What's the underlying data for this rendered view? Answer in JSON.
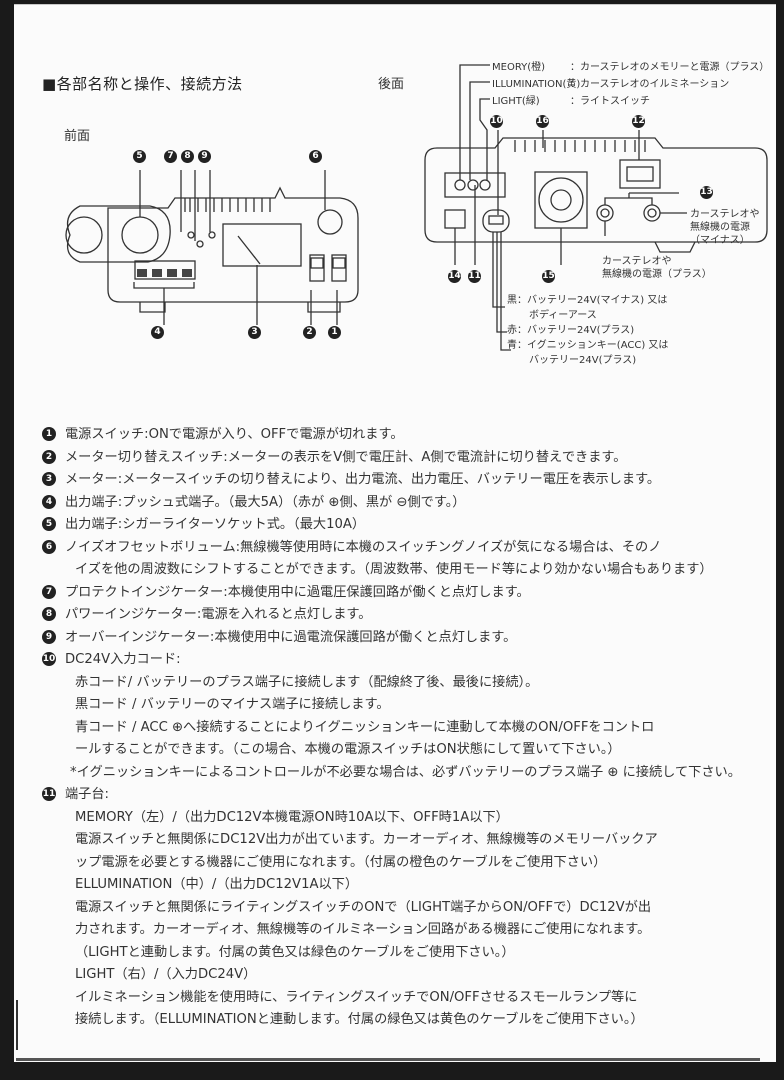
{
  "header": {
    "title": "■各部名称と操作、接続方法",
    "front_label": "前面",
    "rear_label": "後面"
  },
  "front_diagram": {
    "callouts": [
      "5",
      "7",
      "8",
      "9",
      "6",
      "4",
      "3",
      "2",
      "1"
    ]
  },
  "rear_diagram": {
    "callouts_top": [
      "10",
      "16",
      "12"
    ],
    "callouts_bottom": [
      "14",
      "11",
      "15"
    ],
    "callout_13": "13",
    "terminal_legend": [
      {
        "name": "MEORY(橙)",
        "desc": "：カーステレオのメモリーと電源（プラス）"
      },
      {
        "name": "ILLUMINATION(黄)",
        "desc": "：カーステレオのイルミネーション"
      },
      {
        "name": "LIGHT(緑)",
        "desc": "：ライトスイッチ"
      }
    ],
    "minus_label": [
      "カーステレオや",
      "無線機の電源",
      "（マイナス）"
    ],
    "plus_label": [
      "カーステレオや",
      "無線機の電源（プラス）"
    ],
    "cord_legend": [
      {
        "color": "黒",
        "lines": [
          "黒：バッテリー24V(マイナス) 又は",
          "ボディーアース"
        ]
      },
      {
        "color": "赤",
        "lines": [
          "赤：バッテリー24V(プラス)"
        ]
      },
      {
        "color": "青",
        "lines": [
          "青：イグニッションキー(ACC) 又は",
          "バッテリー24V(プラス)"
        ]
      }
    ]
  },
  "descriptions": {
    "items": [
      {
        "num": "1",
        "text": "電源スイッチ:ONで電源が入り、OFFで電源が切れます。"
      },
      {
        "num": "2",
        "text": "メーター切り替えスイッチ:メーターの表示をV側で電圧計、A側で電流計に切り替えできます。"
      },
      {
        "num": "3",
        "text": "メーター:メータースイッチの切り替えにより、出力電流、出力電圧、バッテリー電圧を表示します。"
      },
      {
        "num": "4",
        "text": "出力端子:プッシュ式端子。（最大5A）（赤が ⊕側、黒が ⊖側です。）"
      },
      {
        "num": "5",
        "text": "出力端子:シガーライターソケット式。（最大10A）"
      },
      {
        "num": "6",
        "text": "ノイズオフセットボリューム:無線機等使用時に本機のスイッチングノイズが気になる場合は、そのノ"
      },
      {
        "num": "",
        "text": "イズを他の周波数にシフトすることができます。（周波数帯、使用モード等により効かない場合もあります）"
      },
      {
        "num": "7",
        "text": "プロテクトインジケーター:本機使用中に過電圧保護回路が働くと点灯します。"
      },
      {
        "num": "8",
        "text": "パワーインジケーター:電源を入れると点灯します。"
      },
      {
        "num": "9",
        "text": "オーバーインジケーター:本機使用中に過電流保護回路が働くと点灯します。"
      },
      {
        "num": "10",
        "text": "DC24V入力コード:"
      },
      {
        "num": "",
        "text": "赤コード/ バッテリーのプラス端子に接続します（配線終了後、最後に接続）。"
      },
      {
        "num": "",
        "text": "黒コード / バッテリーのマイナス端子に接続します。"
      },
      {
        "num": "",
        "text": "青コード / ACC ⊕へ接続することによりイグニッションキーに連動して本機のON/OFFをコントロ"
      },
      {
        "num": "",
        "text": "ールすることができます。（この場合、本機の電源スイッチはON状態にして置いて下さい。）"
      },
      {
        "num": "*",
        "text": "*イグニッションキーによるコントロールが不必要な場合は、必ずバッテリーのプラス端子 ⊕ に接続して下さい。"
      },
      {
        "num": "11",
        "text": "端子台:"
      },
      {
        "num": "",
        "text": "MEMORY（左）/（出力DC12V本機電源ON時10A以下、OFF時1A以下）"
      },
      {
        "num": "",
        "text": "電源スイッチと無関係にDC12V出力が出ています。カーオーディオ、無線機等のメモリーバックア"
      },
      {
        "num": "",
        "text": "ップ電源を必要とする機器にご使用になれます。（付属の橙色のケーブルをご使用下さい）"
      },
      {
        "num": "",
        "text": "ELLUMINATION（中）/（出力DC12V1A以下）"
      },
      {
        "num": "",
        "text": "電源スイッチと無関係にライティングスイッチのONで（LIGHT端子からON/OFFで）DC12Vが出"
      },
      {
        "num": "",
        "text": "力されます。カーオーディオ、無線機等のイルミネーション回路がある機器にご使用になれます。"
      },
      {
        "num": "",
        "text": "（LIGHTと連動します。付属の黄色又は緑色のケーブルをご使用下さい。）"
      },
      {
        "num": "",
        "text": "LIGHT（右）/（入力DC24V）"
      },
      {
        "num": "",
        "text": "イルミネーション機能を使用時に、ライティングスイッチでON/OFFさせるスモールランプ等に"
      },
      {
        "num": "",
        "text": "接続します。（ELLUMINATIONと連動します。付属の緑色又は黄色のケーブルをご使用下さい。）"
      }
    ]
  }
}
